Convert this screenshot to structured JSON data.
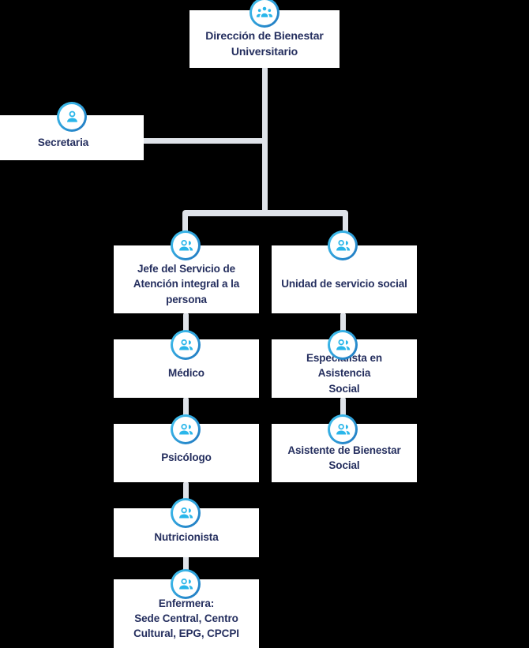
{
  "chart": {
    "title_node": {
      "label": "Dirección de Bienestar\nUniversitario",
      "icon": "group-of-people-icon"
    },
    "nodes": [
      {
        "id": "direccion",
        "label": "Dirección de Bienestar\nUniversitario",
        "icon": "group-of-people-icon"
      },
      {
        "id": "secretaria",
        "label": "Secretaria",
        "icon": "single-person-icon"
      },
      {
        "id": "jefe",
        "label": "Jefe del Servicio de\nAtención integral a la\npersona",
        "icon": "two-people-icon"
      },
      {
        "id": "unidad",
        "label": "Unidad de servicio social",
        "icon": "two-people-icon"
      },
      {
        "id": "medico",
        "label": "Médico",
        "icon": "two-people-icon"
      },
      {
        "id": "especialista",
        "label": "Especialista en Asistencia\nSocial",
        "icon": "two-people-icon"
      },
      {
        "id": "psicologo",
        "label": "Psicólogo",
        "icon": "two-people-icon"
      },
      {
        "id": "asistente",
        "label": "Asistente de Bienestar\nSocial",
        "icon": "two-people-icon"
      },
      {
        "id": "nutricionista",
        "label": "Nutricionista",
        "icon": "two-people-icon"
      },
      {
        "id": "enfermera",
        "label": "Enfermera:\nSede Central, Centro\nCultural, EPG, CPCPI",
        "icon": "two-people-icon"
      }
    ],
    "colors": {
      "text": "#242e5e",
      "connector": "#dfe3e9",
      "box": "#ffffff",
      "background": "#000000",
      "icon_ring_start": "#45c6f0",
      "icon_ring_end": "#1f74bd",
      "icon_glyph": "#29b6ea"
    }
  }
}
